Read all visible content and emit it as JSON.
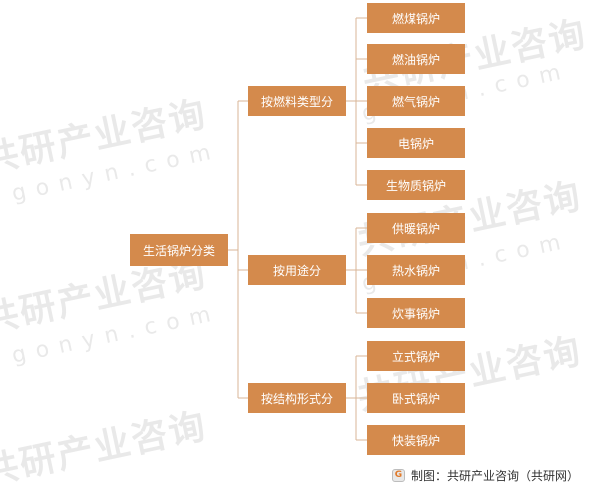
{
  "watermark": {
    "cn": "共研产业咨询",
    "en": "gonyn.com"
  },
  "root": "生活锅炉分类",
  "categories": [
    {
      "label": "按燃料类型分",
      "children": [
        "燃煤锅炉",
        "燃油锅炉",
        "燃气锅炉",
        "电锅炉",
        "生物质锅炉"
      ]
    },
    {
      "label": "按用途分",
      "children": [
        "供暖锅炉",
        "热水锅炉",
        "炊事锅炉"
      ]
    },
    {
      "label": "按结构形式分",
      "children": [
        "立式锅炉",
        "卧式锅炉",
        "快装锅炉"
      ]
    }
  ],
  "footer": {
    "logo_letter": "G",
    "text": "制图：共研产业咨询（共研网）"
  },
  "colors": {
    "box": "#d48a4c",
    "connector": "#d8b597"
  }
}
